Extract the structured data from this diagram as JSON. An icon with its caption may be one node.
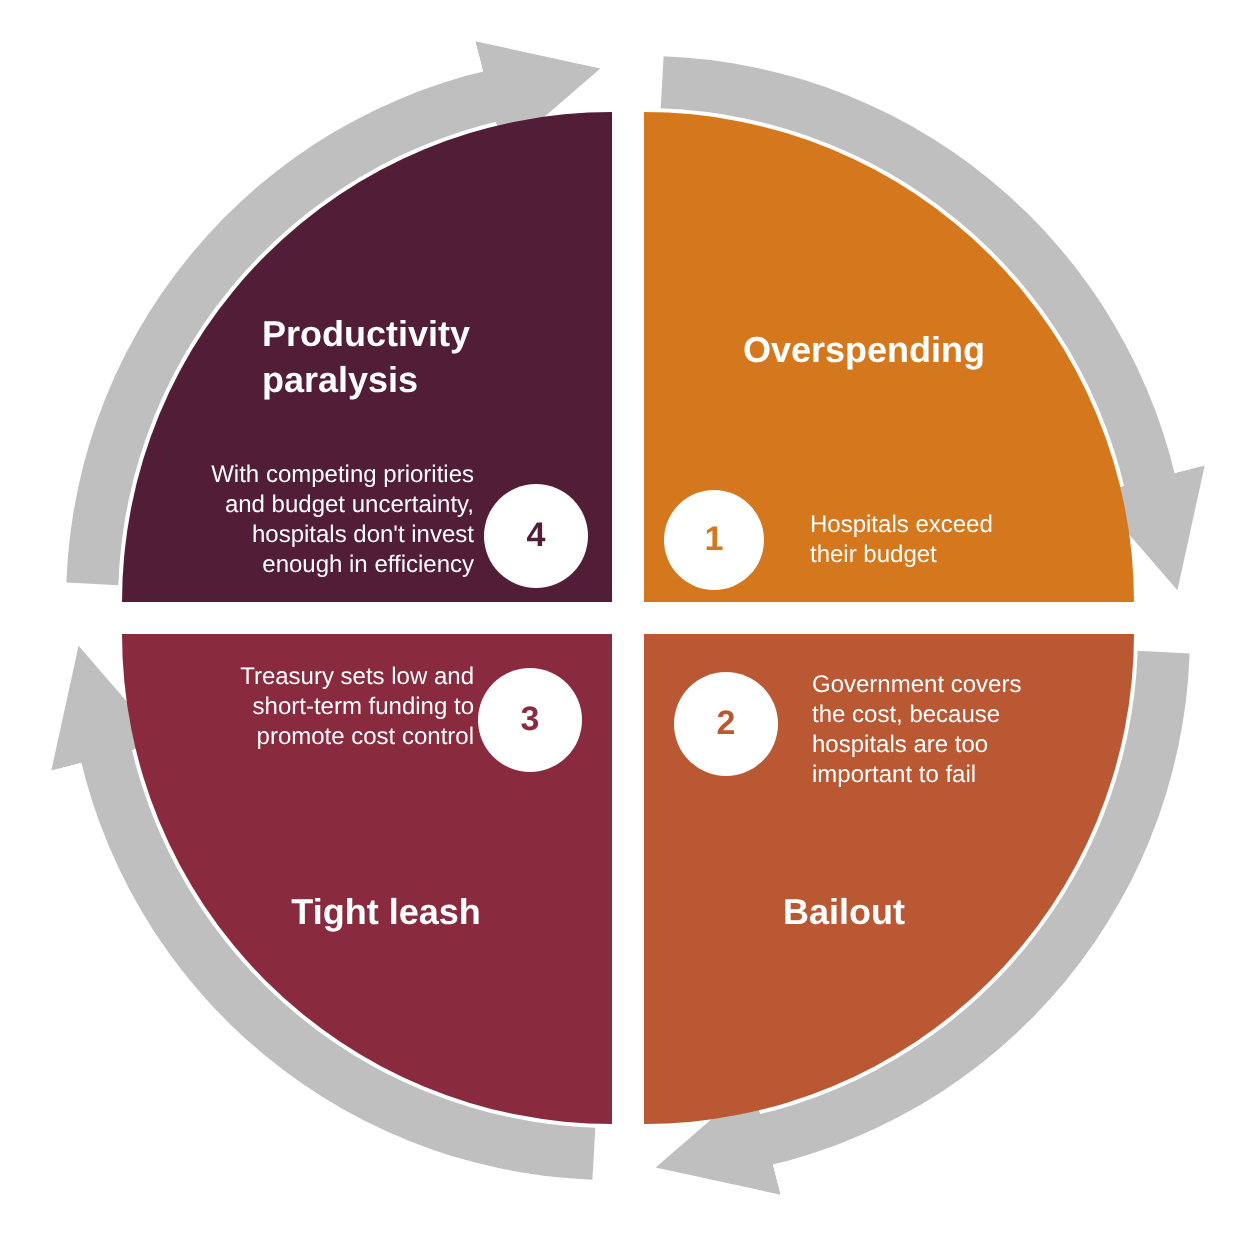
{
  "diagram": {
    "nodes": [
      {
        "text": [
          "Productivity paralysis",
          "With competing priorities and budget uncertainty, hospitals don't invest enough in efficiency"
        ]
      },
      {
        "text": [
          "4"
        ],
        "in": 0
      },
      {
        "text": [
          "Overspending",
          "Hospitals exceed their budget"
        ]
      },
      {
        "text": [
          "1"
        ],
        "in": 2
      },
      {
        "text": [
          "Treasury sets low and short-term funding to promote cost control",
          "Tight leash"
        ]
      },
      {
        "text": [
          "3"
        ],
        "in": 4
      },
      {
        "text": [
          "Government covers the cost, because hospitals are too important to fail",
          "Bailout"
        ]
      },
      {
        "text": [
          "2"
        ],
        "in": 6
      }
    ]
  }
}
